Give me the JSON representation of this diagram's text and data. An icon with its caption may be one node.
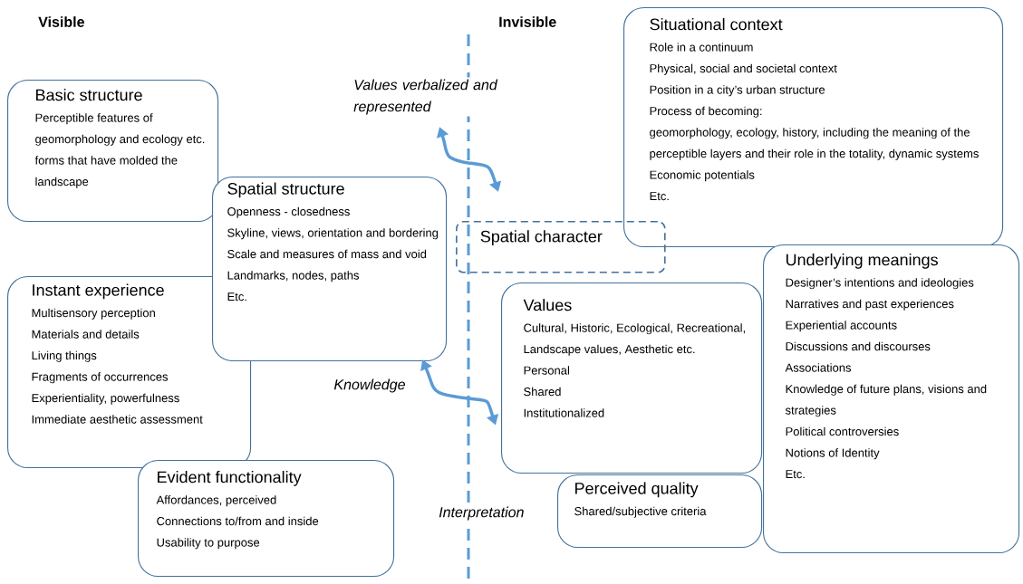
{
  "diagram": {
    "nodes": [
      {
        "text": [
          "Basic structure",
          "Perceptible features of geomorphology and ecology etc. forms that have molded the landscape"
        ]
      },
      {
        "text": [
          "Spatial structure",
          "Openness - closedness",
          "Skyline, views, orientation and bordering",
          "Scale and measures of mass and void",
          "Landmarks, nodes, paths",
          "Etc."
        ]
      },
      {
        "text": [
          "Instant experience",
          "Multisensory perception",
          "Materials and details",
          "Living things",
          "Fragments of occurrences",
          "Experientiality, powerfulness",
          "Immediate aesthetic assessment"
        ]
      },
      {
        "text": [
          "Evident functionality",
          "Affordances, perceived",
          "Connections to/from and inside",
          "Usability to purpose"
        ]
      },
      {
        "text": [
          "Situational context",
          "Role in a continuum",
          "Physical, social and societal context",
          "Position in a city’s urban structure",
          "Process of becoming:",
          "geomorphology, ecology, history, including the meaning of the perceptible layers and their role in the totality, dynamic systems",
          "Economic potentials",
          "Etc."
        ]
      },
      {
        "text": [
          "Spatial character"
        ]
      },
      {
        "text": [
          "Values",
          "Cultural, Historic, Ecological, Recreational, Landscape values, Aesthetic etc.",
          "Personal",
          "Shared",
          "Institutionalized"
        ]
      },
      {
        "text": [
          "Perceived quality",
          "Shared/subjective criteria"
        ]
      },
      {
        "text": [
          "Underlying meanings",
          "Designer’s intentions and ideologies",
          "Narratives and past experiences",
          "Experiential accounts",
          "Discussions and discourses",
          "Associations",
          "Knowledge of future plans, visions and strategies",
          "Political controversies",
          "Notions of Identity",
          "Etc."
        ]
      }
    ],
    "edges": [
      {
        "from": 1,
        "to": 6,
        "arrow": "both",
        "label": "Knowledge"
      }
    ],
    "labels": [
      "Visible",
      "Invisible",
      "Values verbalized and represented",
      "Interpretation"
    ]
  }
}
